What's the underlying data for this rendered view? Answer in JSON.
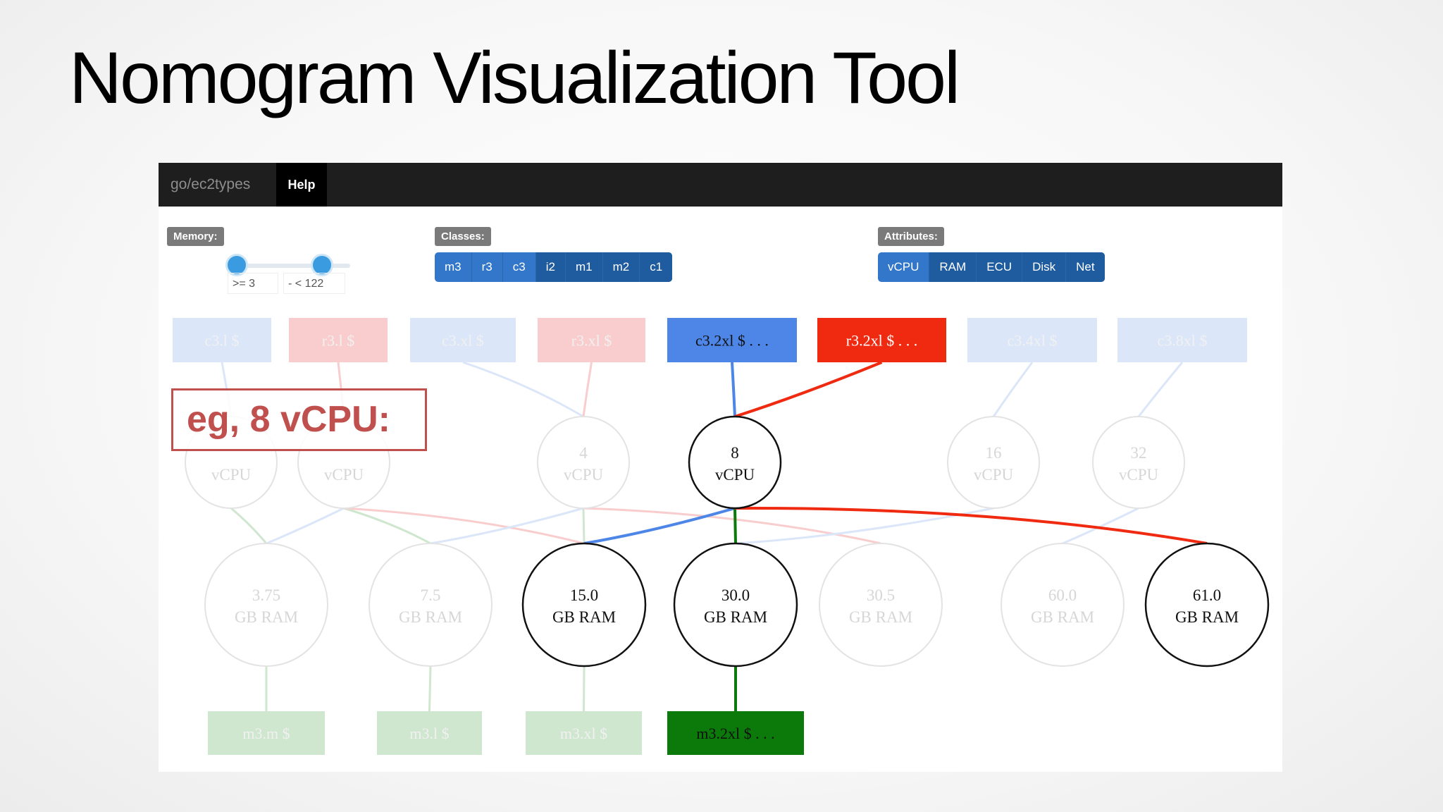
{
  "slide": {
    "title": "Nomogram Visualization Tool"
  },
  "navbar": {
    "brand": "go/ec2types",
    "help": "Help"
  },
  "memory": {
    "label": "Memory:",
    "min_text": ">= 3",
    "max_text": "- < 122"
  },
  "classes": {
    "label": "Classes:",
    "items": [
      {
        "label": "m3",
        "selected": false
      },
      {
        "label": "r3",
        "selected": false
      },
      {
        "label": "c3",
        "selected": false
      },
      {
        "label": "i2",
        "selected": true
      },
      {
        "label": "m1",
        "selected": true
      },
      {
        "label": "m2",
        "selected": true
      },
      {
        "label": "c1",
        "selected": true
      }
    ]
  },
  "attributes": {
    "label": "Attributes:",
    "items": [
      {
        "label": "vCPU",
        "selected": false
      },
      {
        "label": "RAM",
        "selected": true
      },
      {
        "label": "ECU",
        "selected": true
      },
      {
        "label": "Disk",
        "selected": true
      },
      {
        "label": "Net",
        "selected": true
      }
    ]
  },
  "colors": {
    "blue": "#4d86e6",
    "red": "#ef2a10",
    "green": "#0b7a0b",
    "faint_blue": "#dbe6f9",
    "faint_red": "#f9cdcd",
    "faint_green": "#cfe6cf"
  },
  "graph": {
    "top_boxes": [
      {
        "label": "c3.l $",
        "color": "blue",
        "highlighted": false
      },
      {
        "label": "r3.l $",
        "color": "red",
        "highlighted": false
      },
      {
        "label": "c3.xl $",
        "color": "blue",
        "highlighted": false
      },
      {
        "label": "r3.xl $",
        "color": "red",
        "highlighted": false
      },
      {
        "label": "c3.2xl $ . . .",
        "color": "blue",
        "highlighted": true
      },
      {
        "label": "r3.2xl $ . . .",
        "color": "red",
        "highlighted": true
      },
      {
        "label": "c3.4xl $",
        "color": "blue",
        "highlighted": false
      },
      {
        "label": "c3.8xl $",
        "color": "blue",
        "highlighted": false
      }
    ],
    "cpu_nodes": [
      {
        "value": "",
        "unit": "vCPU",
        "highlighted": false
      },
      {
        "value": "",
        "unit": "vCPU",
        "highlighted": false
      },
      {
        "value": "4",
        "unit": "vCPU",
        "highlighted": false
      },
      {
        "value": "8",
        "unit": "vCPU",
        "highlighted": true
      },
      {
        "value": "16",
        "unit": "vCPU",
        "highlighted": false
      },
      {
        "value": "32",
        "unit": "vCPU",
        "highlighted": false
      }
    ],
    "ram_nodes": [
      {
        "value": "3.75",
        "unit": "GB RAM",
        "highlighted": false
      },
      {
        "value": "7.5",
        "unit": "GB RAM",
        "highlighted": false
      },
      {
        "value": "15.0",
        "unit": "GB RAM",
        "highlighted": true
      },
      {
        "value": "30.0",
        "unit": "GB RAM",
        "highlighted": true
      },
      {
        "value": "30.5",
        "unit": "GB RAM",
        "highlighted": false
      },
      {
        "value": "60.0",
        "unit": "GB RAM",
        "highlighted": false
      },
      {
        "value": "61.0",
        "unit": "GB RAM",
        "highlighted": true
      }
    ],
    "bottom_boxes": [
      {
        "label": "m3.m $",
        "color": "green",
        "highlighted": false
      },
      {
        "label": "m3.l $",
        "color": "green",
        "highlighted": false
      },
      {
        "label": "m3.xl $",
        "color": "green",
        "highlighted": false
      },
      {
        "label": "m3.2xl $ . . .",
        "color": "green",
        "highlighted": true
      }
    ]
  },
  "annotation": {
    "text": "eg, 8 vCPU:"
  }
}
